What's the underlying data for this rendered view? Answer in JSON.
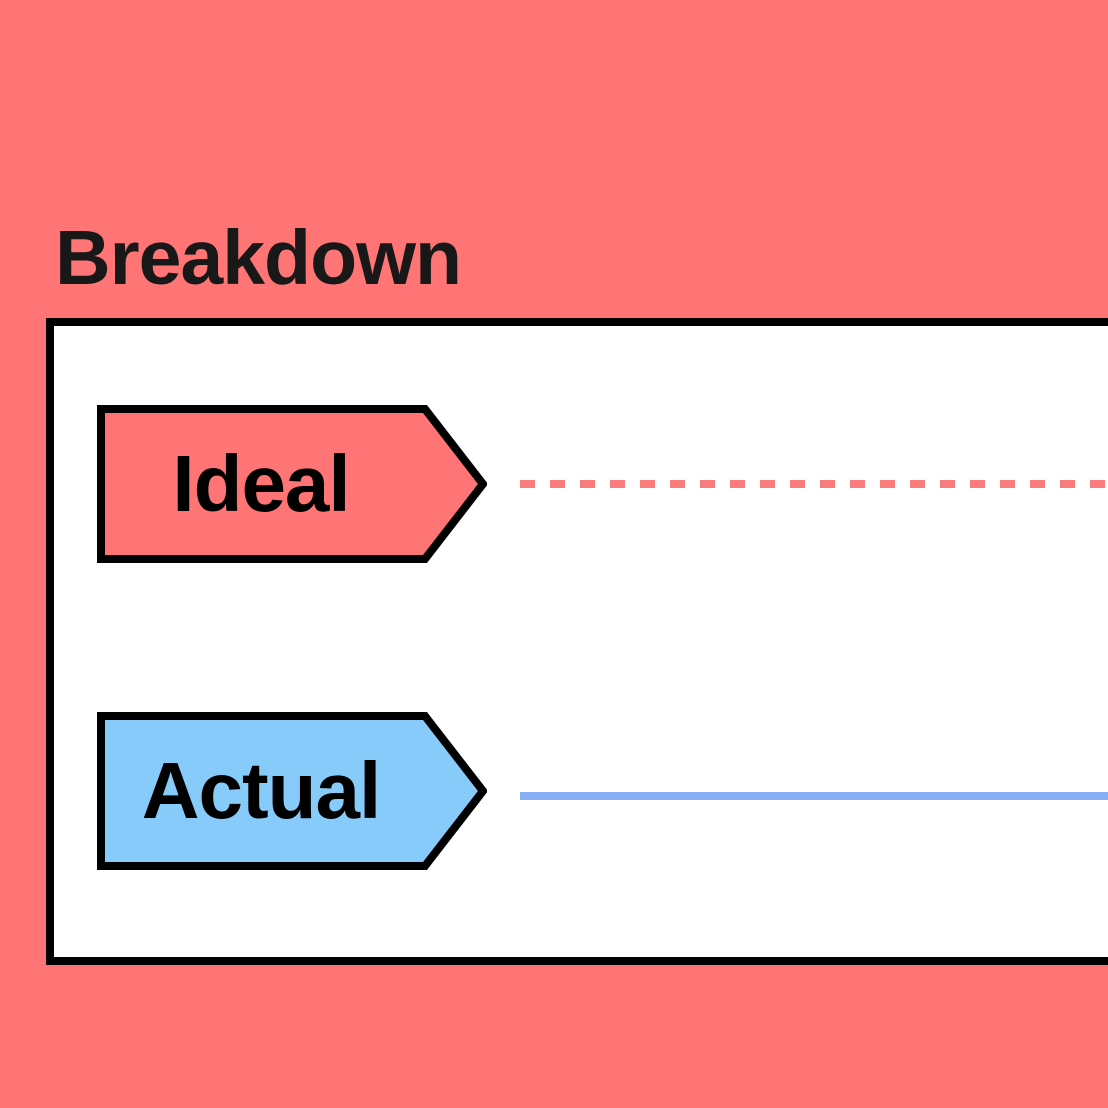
{
  "title": "Breakdown",
  "colors": {
    "background": "#FF7576",
    "panel_background": "#FFFFFF",
    "panel_border": "#000000",
    "title_text": "#181818",
    "ideal_badge_fill": "#FF7576",
    "ideal_line": "#FA7B7B",
    "actual_badge_fill": "#87CBFA",
    "actual_line": "#86AFF5",
    "badge_border": "#000000",
    "badge_text": "#000000"
  },
  "legend": {
    "items": [
      {
        "label": "Ideal",
        "swatch_shape": "arrow-tag",
        "swatch_color": "#FF7576",
        "line_style": "dashed",
        "line_color": "#FA7B7B"
      },
      {
        "label": "Actual",
        "swatch_shape": "arrow-tag",
        "swatch_color": "#87CBFA",
        "line_style": "solid",
        "line_color": "#86AFF5"
      }
    ]
  },
  "chart_data": {
    "type": "line",
    "title": "Breakdown",
    "legend_position": "left",
    "grid": false,
    "axes_visible": false,
    "series": [
      {
        "name": "Ideal",
        "line_style": "dashed",
        "color": "#FA7B7B"
      },
      {
        "name": "Actual",
        "line_style": "solid",
        "color": "#86AFF5"
      }
    ],
    "note_visible_values": "no numeric data points, axes, or tick labels are visible in the cropped view; only the legend and line style samples are shown"
  }
}
